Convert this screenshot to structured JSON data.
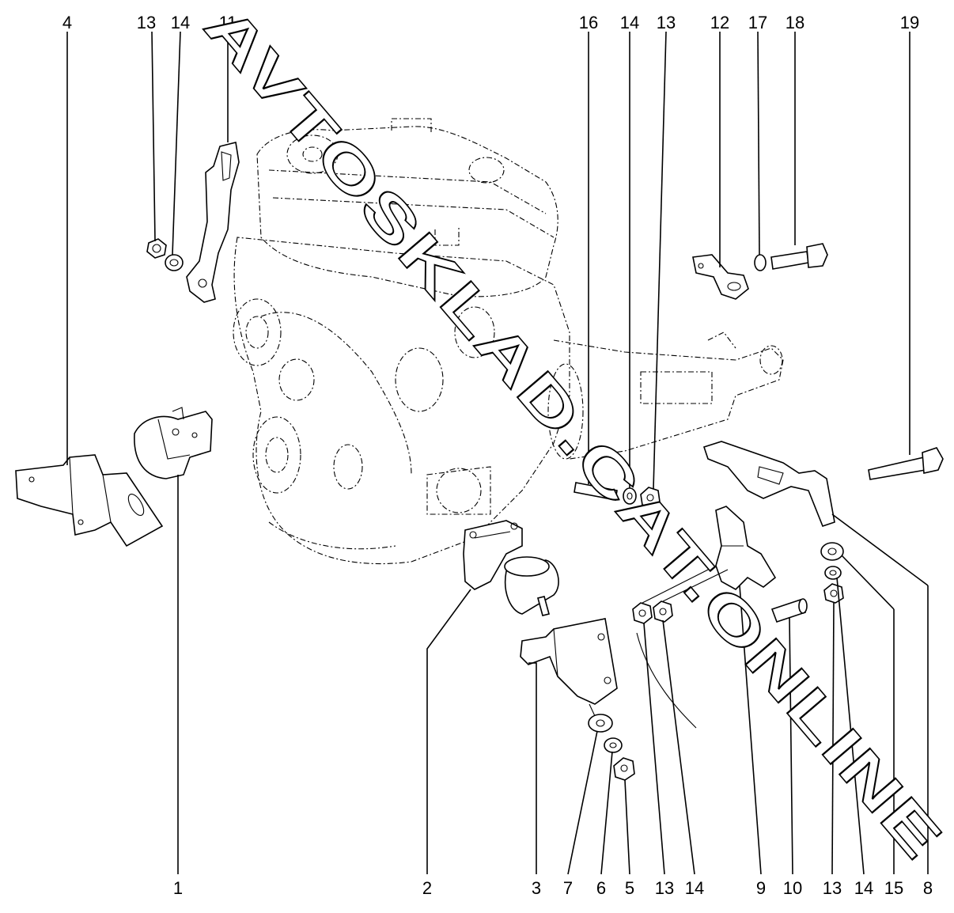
{
  "diagram": {
    "callouts_top": [
      "4",
      "13",
      "14",
      "11",
      "16",
      "14",
      "13",
      "12",
      "17",
      "18",
      "19"
    ],
    "callouts_bottom": [
      "1",
      "2",
      "3",
      "7",
      "6",
      "5",
      "13",
      "14",
      "9",
      "10",
      "13",
      "14",
      "15",
      "8"
    ]
  },
  "watermark": {
    "text": "AVTOSKLAD.CAT.ONLINE",
    "line1": "AVTOSKLAD",
    "line2": ".CAT.ONLINE"
  },
  "colors": {
    "ink": "#000000",
    "paper": "#ffffff"
  }
}
